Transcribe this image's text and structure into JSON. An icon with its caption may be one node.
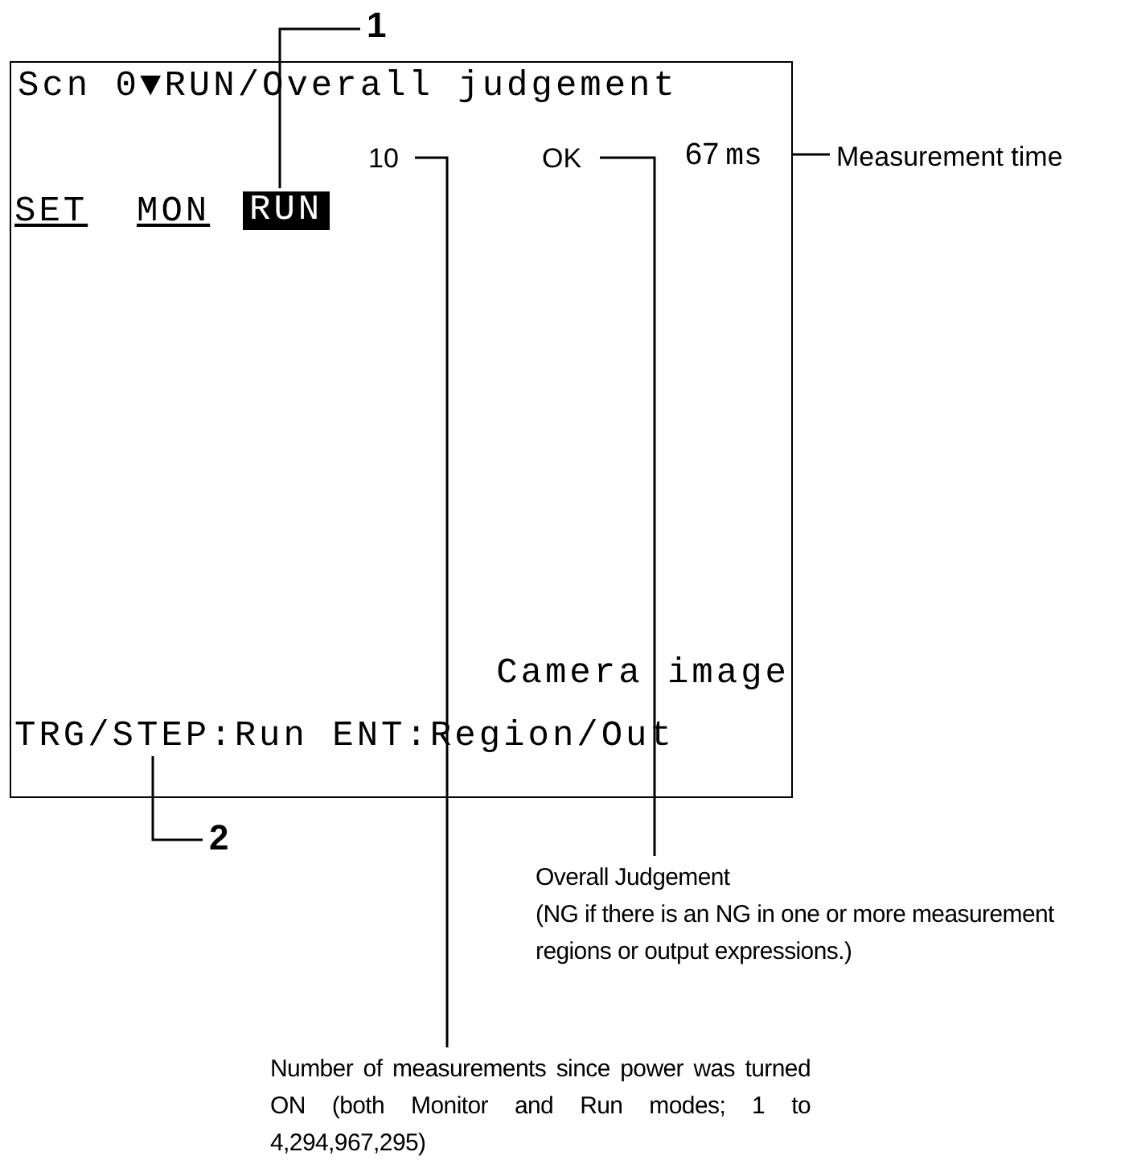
{
  "diagram": {
    "nodes": [
      {
        "text": [],
        "shape": "box"
      },
      {
        "text": [
          "Scn 0▼RUN/Overall judgement"
        ],
        "in": 0
      },
      {
        "text": [
          "SET"
        ],
        "in": 0
      },
      {
        "text": [
          "MON"
        ],
        "in": 0
      },
      {
        "text": [
          "RUN"
        ],
        "in": 0
      },
      {
        "text": [
          "10"
        ],
        "in": 0
      },
      {
        "text": [
          "OK"
        ],
        "in": 0
      },
      {
        "text": [
          "67",
          "ms"
        ],
        "in": 0
      },
      {
        "text": [
          "Camera image"
        ],
        "in": 0
      },
      {
        "text": [
          "TRG/STEP:Run ENT:Region/Out"
        ],
        "in": 0
      },
      {
        "text": [
          "1"
        ]
      },
      {
        "text": [
          "2"
        ]
      },
      {
        "text": [
          "Measurement time"
        ]
      },
      {
        "text": [
          "Overall Judgement",
          "(NG if there is an NG in one or more measurement regions or output expressions.)"
        ]
      },
      {
        "text": [
          "Number of measurements since power was turned ON (both Monitor and Run modes; 1 to 4,294,967,295)"
        ]
      }
    ],
    "edges": [
      {
        "from": 10,
        "to": 4,
        "arrow": "none"
      },
      {
        "from": 11,
        "to": 9,
        "arrow": "none"
      },
      {
        "from": 12,
        "to": 7,
        "arrow": "none"
      },
      {
        "from": 13,
        "to": 6,
        "arrow": "none"
      },
      {
        "from": 14,
        "to": 5,
        "arrow": "none"
      }
    ]
  }
}
